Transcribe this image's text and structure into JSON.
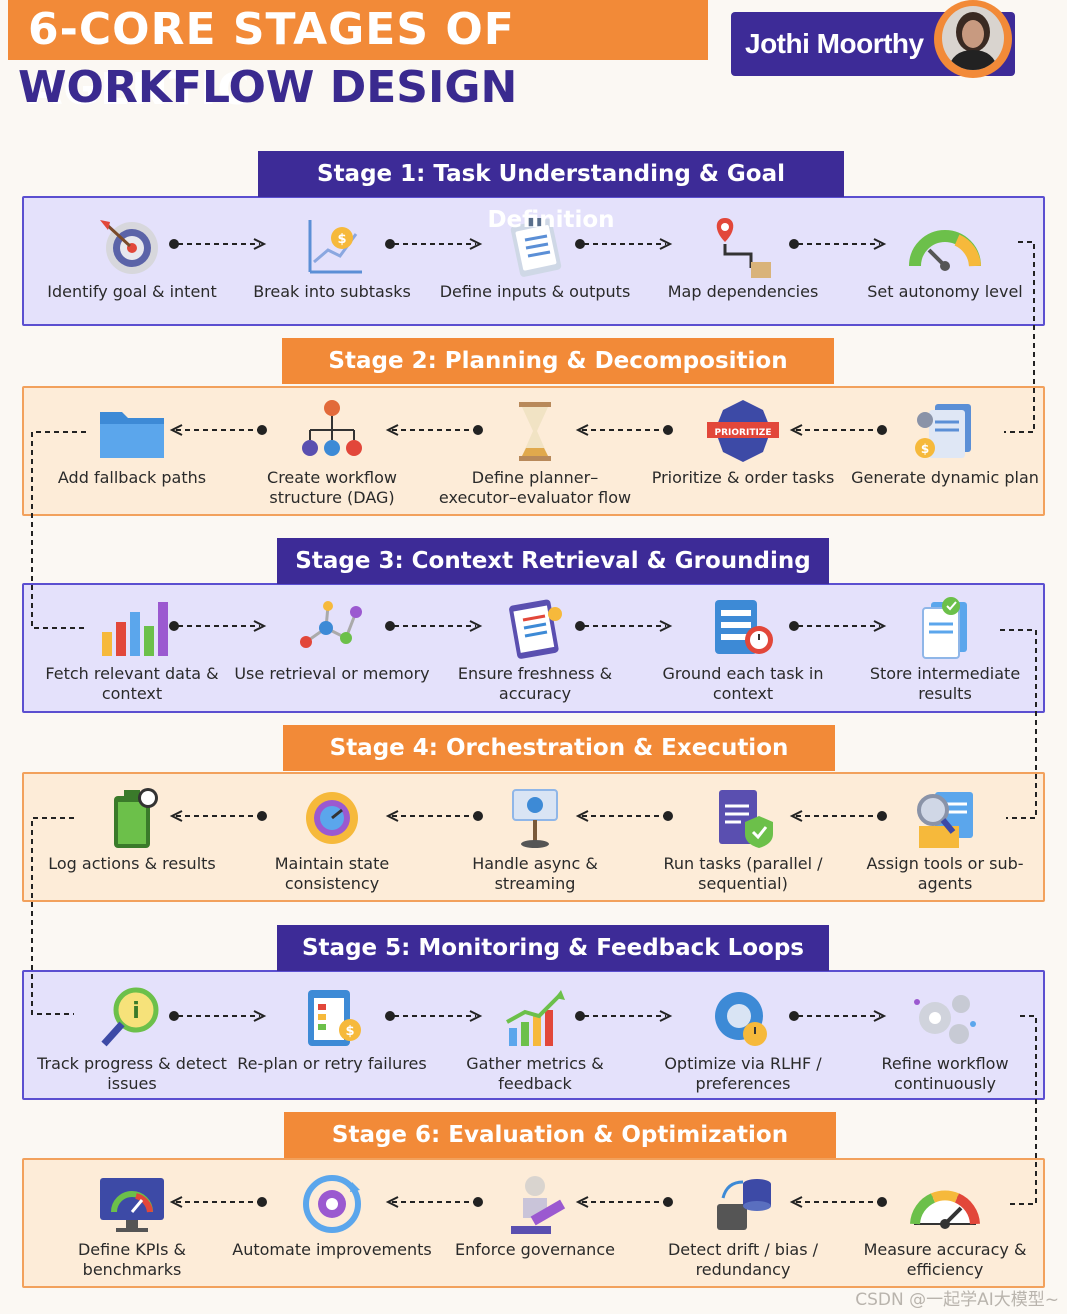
{
  "header": {
    "title_line1": "6-CORE STAGES OF AGENTIC",
    "title_line2": "WORKFLOW DESIGN",
    "author": "Jothi Moorthy"
  },
  "colors": {
    "purple": "#3d2b97",
    "orange": "#f28a38",
    "purple_panel": "#e4e1fb",
    "orange_panel": "#fdecd8"
  },
  "stages": [
    {
      "title": "Stage 1: Task Understanding & Goal Definition",
      "theme": "purple",
      "steps": [
        {
          "label": "Identify goal & intent",
          "icon": "target-icon"
        },
        {
          "label": "Break into subtasks",
          "icon": "chart-coin-icon"
        },
        {
          "label": "Define inputs & outputs",
          "icon": "clipboard-icon"
        },
        {
          "label": "Map dependencies",
          "icon": "location-route-icon"
        },
        {
          "label": "Set autonomy level",
          "icon": "gauge-icon"
        }
      ]
    },
    {
      "title": "Stage 2: Planning & Decomposition",
      "theme": "orange",
      "steps": [
        {
          "label": "Generate dynamic plan",
          "icon": "plan-document-icon"
        },
        {
          "label": "Prioritize & order tasks",
          "icon": "prioritize-badge-icon",
          "badge": "PRIORITIZE"
        },
        {
          "label": "Define planner–executor–evaluator flow",
          "icon": "hourglass-icon"
        },
        {
          "label": "Create workflow structure (DAG)",
          "icon": "hierarchy-icon"
        },
        {
          "label": "Add fallback paths",
          "icon": "folder-icon"
        }
      ]
    },
    {
      "title": "Stage 3: Context Retrieval & Grounding",
      "theme": "purple",
      "steps": [
        {
          "label": "Fetch relevant data & context",
          "icon": "bar-chart-icon"
        },
        {
          "label": "Use retrieval or memory",
          "icon": "molecule-icon"
        },
        {
          "label": "Ensure freshness & accuracy",
          "icon": "clipboard-check-icon"
        },
        {
          "label": "Ground each task in context",
          "icon": "checklist-clock-icon"
        },
        {
          "label": "Store intermediate results",
          "icon": "document-check-icon"
        }
      ]
    },
    {
      "title": "Stage 4: Orchestration & Execution",
      "theme": "orange",
      "steps": [
        {
          "label": "Assign tools or sub-agents",
          "icon": "search-document-icon"
        },
        {
          "label": "Run tasks (parallel / sequential)",
          "icon": "file-shield-icon"
        },
        {
          "label": "Handle async & streaming",
          "icon": "streaming-camera-icon"
        },
        {
          "label": "Maintain state consistency",
          "icon": "state-gear-icon"
        },
        {
          "label": "Log actions & results",
          "icon": "battery-icon"
        }
      ]
    },
    {
      "title": "Stage 5: Monitoring & Feedback Loops",
      "theme": "purple",
      "steps": [
        {
          "label": "Track progress & detect issues",
          "icon": "magnifier-info-icon"
        },
        {
          "label": "Re-plan or retry failures",
          "icon": "clipboard-coin-icon"
        },
        {
          "label": "Gather metrics & feedback",
          "icon": "growth-chart-icon"
        },
        {
          "label": "Optimize via RLHF / preferences",
          "icon": "gear-clock-icon"
        },
        {
          "label": "Refine workflow continuously",
          "icon": "gears-icon"
        }
      ]
    },
    {
      "title": "Stage 6: Evaluation & Optimization",
      "theme": "orange",
      "steps": [
        {
          "label": "Measure accuracy & efficiency",
          "icon": "speedometer-icon"
        },
        {
          "label": "Detect drift / bias / redundancy",
          "icon": "database-sync-icon"
        },
        {
          "label": "Enforce governance",
          "icon": "gavel-icon"
        },
        {
          "label": "Automate improvements",
          "icon": "cycle-gear-icon"
        },
        {
          "label": "Define KPIs & benchmarks",
          "icon": "dashboard-monitor-icon"
        }
      ]
    }
  ],
  "watermark": "CSDN @一起学AI大模型~"
}
